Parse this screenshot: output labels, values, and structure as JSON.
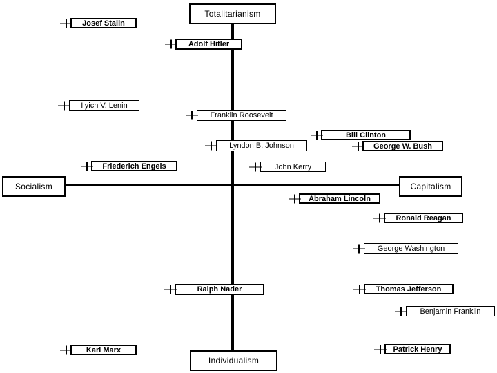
{
  "diagram": {
    "description": "Political spectrum diagram placing historical figures on two axes",
    "colors": {
      "background": "#ffffff",
      "line": "#000000",
      "text": "#000000"
    },
    "axes": {
      "vertical": {
        "top": "Totalitarianism",
        "bottom": "Individualism"
      },
      "horizontal": {
        "left": "Socialism",
        "right": "Capitalism"
      }
    },
    "poles": [
      {
        "label": "Totalitarianism"
      },
      {
        "label": "Socialism"
      },
      {
        "label": "Capitalism"
      },
      {
        "label": "Individualism"
      }
    ],
    "people": [
      {
        "label": "Josef Stalin"
      },
      {
        "label": "Adolf Hitler"
      },
      {
        "label": "Ilyich V. Lenin"
      },
      {
        "label": "Franklin Roosevelt"
      },
      {
        "label": "Bill Clinton"
      },
      {
        "label": "Lyndon B. Johnson"
      },
      {
        "label": "George W. Bush"
      },
      {
        "label": "Friederich Engels"
      },
      {
        "label": "John Kerry"
      },
      {
        "label": "Abraham Lincoln"
      },
      {
        "label": "Ronald Reagan"
      },
      {
        "label": "George Washington"
      },
      {
        "label": "Ralph Nader"
      },
      {
        "label": "Thomas Jefferson"
      },
      {
        "label": "Benjamin Franklin"
      },
      {
        "label": "Karl Marx"
      },
      {
        "label": "Patrick Henry"
      }
    ]
  }
}
